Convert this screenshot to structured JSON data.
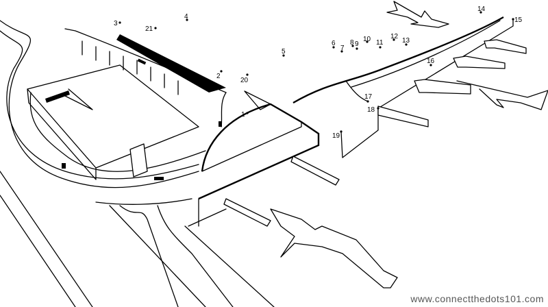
{
  "title": "Airport connect the dots",
  "dots": [
    {
      "n": "1"
    },
    {
      "n": "2"
    },
    {
      "n": "3"
    },
    {
      "n": "4"
    },
    {
      "n": "5"
    },
    {
      "n": "6"
    },
    {
      "n": "7"
    },
    {
      "n": "8"
    },
    {
      "n": "9"
    },
    {
      "n": "10"
    },
    {
      "n": "11"
    },
    {
      "n": "12"
    },
    {
      "n": "13"
    },
    {
      "n": "14"
    },
    {
      "n": "15"
    },
    {
      "n": "16"
    },
    {
      "n": "17"
    },
    {
      "n": "18"
    },
    {
      "n": "19"
    },
    {
      "n": "20"
    },
    {
      "n": "21"
    }
  ],
  "watermark": "www.connectthedots101.com"
}
